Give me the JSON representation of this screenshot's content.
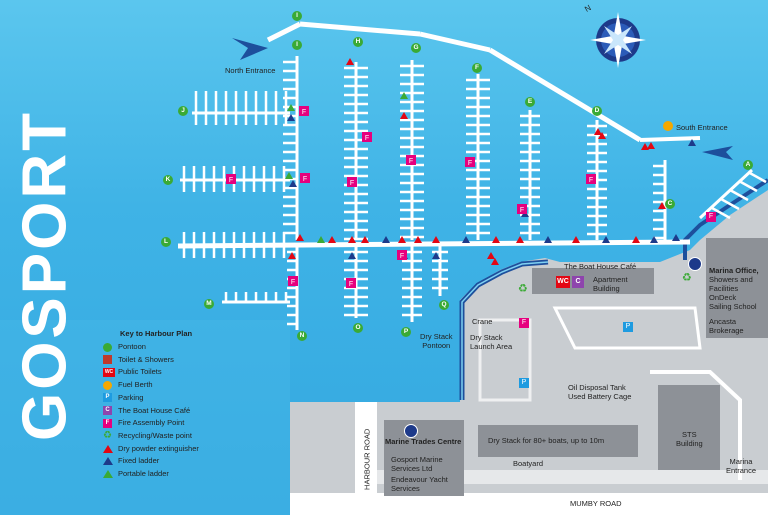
{
  "title": "GOSPORT",
  "entrances": {
    "north": "North Entrance",
    "south": "South Entrance",
    "marina": "Marina\nEntrance"
  },
  "pontoons": [
    "A",
    "C",
    "D",
    "E",
    "F",
    "G",
    "H",
    "I",
    "I",
    "J",
    "K",
    "L",
    "M",
    "N",
    "O",
    "P",
    "Q"
  ],
  "key": {
    "heading": "Key to Harbour Plan",
    "items": [
      {
        "label": "Pontoon",
        "symbol": "circle",
        "color": "#3aaa35"
      },
      {
        "label": "Toilet & Showers",
        "symbol": "toilet-icon",
        "color": "#c0392b"
      },
      {
        "label": "Public Toilets",
        "symbol": "WC",
        "color": "#e30613"
      },
      {
        "label": "Fuel Berth",
        "symbol": "circle",
        "color": "#f5a800"
      },
      {
        "label": "Parking",
        "symbol": "P",
        "color": "#1e9be0"
      },
      {
        "label": "The Boat House Café",
        "symbol": "C",
        "color": "#8e44ad"
      },
      {
        "label": "Fire Assembly Point",
        "symbol": "F",
        "color": "#e6007e"
      },
      {
        "label": "Recycling/Waste point",
        "symbol": "recycle-icon",
        "color": "#3aaa35"
      },
      {
        "label": "Dry powder extinguisher",
        "symbol": "triangle",
        "color": "#e30613"
      },
      {
        "label": "Fixed ladder",
        "symbol": "triangle",
        "color": "#1d3a8a"
      },
      {
        "label": "Portable ladder",
        "symbol": "triangle",
        "color": "#3aaa35"
      }
    ]
  },
  "labels": {
    "boat_house_cafe": "The Boat House Café",
    "apartment": "Apartment\nBuilding",
    "marina_office": "Marina Office,",
    "showers": "Showers and\nFacilities",
    "ondeck": "OnDeck\nSailing School",
    "ancasta": "Ancasta\nBrokerage",
    "crane": "Crane",
    "dry_stack_launch": "Dry Stack\nLaunch Area",
    "dry_stack_pontoon": "Dry Stack\nPontoon",
    "oil_disposal": "Oil Disposal Tank\nUsed Battery Cage",
    "marine_trades": "Marine Trades Centre",
    "gosport_marine": "Gosport Marine\nServices Ltd",
    "endeavour": "Endeavour Yacht\nServices",
    "dry_stack_boats": "Dry Stack for 80+ boats, up to 10m",
    "boatyard": "Boatyard",
    "sts": "STS\nBuilding",
    "harbour_road": "HARBOUR ROAD",
    "mumby_road": "MUMBY ROAD",
    "wc": "WC",
    "c": "C",
    "f": "F",
    "p": "P",
    "compass_n": "N"
  },
  "colors": {
    "water": "#3fb3e6",
    "land": "#c9cdd1",
    "building": "#8d9197",
    "road": "#ffffff",
    "pontoon": "#ffffff",
    "pontoon_marker": "#3aaa35",
    "wall": "#1d4f9c"
  }
}
